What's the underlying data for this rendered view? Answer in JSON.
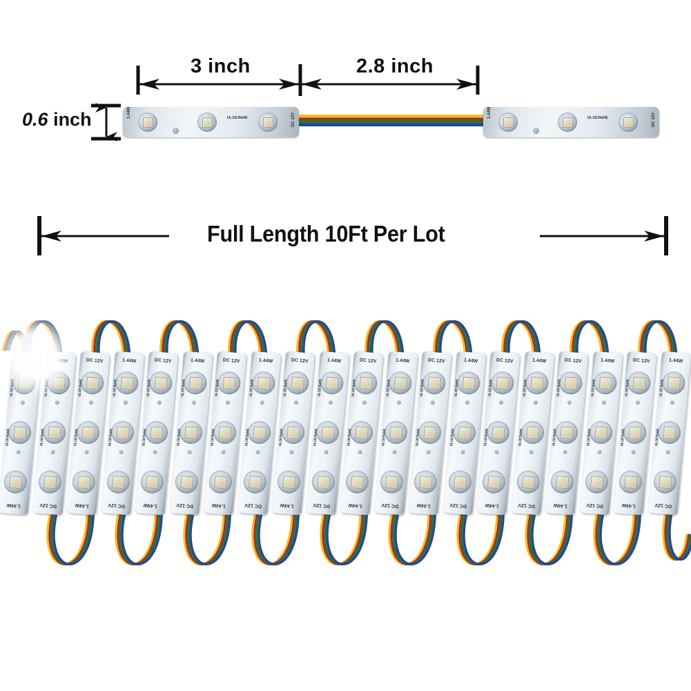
{
  "image": {
    "subject": "RGB LED module string product dimension diagram",
    "background_color": "#ffffff"
  },
  "annotations": {
    "module_length": "3  inch",
    "spacing_between_modules": "2.8 inch",
    "module_width": "0.6 inch",
    "full_length": "Full Length 10Ft Per Lot"
  },
  "module": {
    "voltage_label": "DC 12V",
    "power_label": "1.44W",
    "cert_marks": "UL CE RoHS",
    "leds_per_module": 3,
    "body_color": "#eef3f7",
    "chip_color": "#e6dcc0"
  },
  "wire": {
    "conductor_count": 4,
    "colors": [
      "#e8c22a",
      "#b02a2a",
      "#1f7a33",
      "#27439b"
    ],
    "color_names": [
      "yellow",
      "red",
      "green",
      "blue"
    ]
  },
  "array": {
    "module_count": 20,
    "tilt_degrees": 5
  },
  "top_diagram": {
    "module_count": 2
  }
}
